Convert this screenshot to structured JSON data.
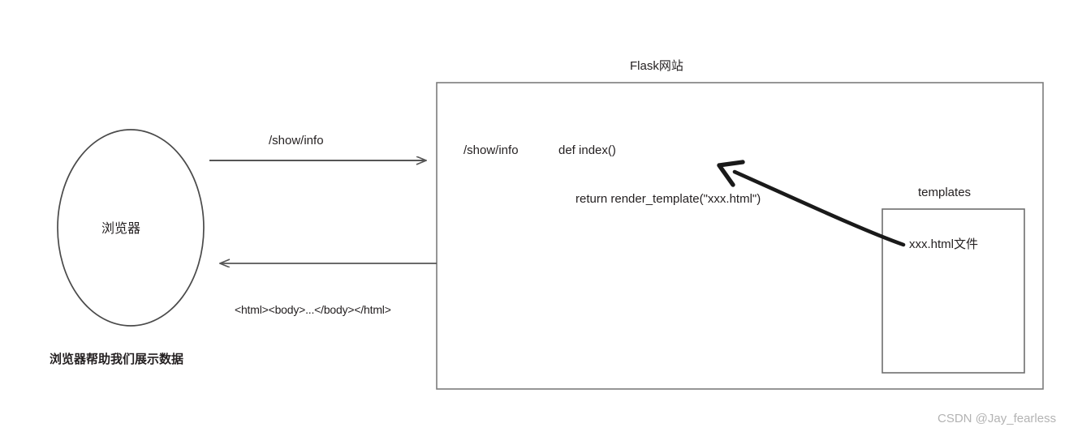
{
  "diagram": {
    "title": "Flask网站",
    "browser_node": {
      "label": "浏览器",
      "caption": "浏览器帮助我们展示数据"
    },
    "arrows": {
      "request_label": "/show/info",
      "response_label": "<html><body>...</body></html>"
    },
    "server_box": {
      "route": "/show/info",
      "handler": "def index()",
      "render_call": "return render_template(\"xxx.html\")"
    },
    "templates_box": {
      "title": "templates",
      "file_label": "xxx.html文件"
    },
    "watermark": "CSDN @Jay_fearless",
    "colors": {
      "stroke": "#555555",
      "ink": "#231f20",
      "curve": "#1a1a1a",
      "watermark": "#b3b3b3",
      "background": "#ffffff"
    }
  }
}
